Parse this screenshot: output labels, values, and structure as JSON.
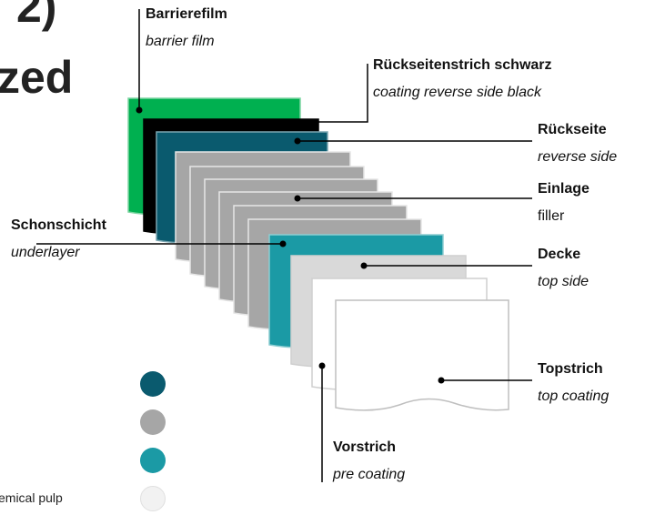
{
  "heading": {
    "line1": "2)",
    "line2": "zed"
  },
  "colors": {
    "green": "#00b050",
    "black": "#000000",
    "dark_teal": "#0a5a6e",
    "gray": "#a6a6a6",
    "teal": "#1b9aa5",
    "light_gray": "#d9d9d9",
    "white": "#ffffff",
    "swatch_white": "#f2f2f2"
  },
  "layers": [
    {
      "de": "Barrierefilm",
      "en": "barrier film"
    },
    {
      "de": "Rückseitenstrich schwarz",
      "en": "coating reverse side black"
    },
    {
      "de": "Rückseite",
      "en": "reverse side"
    },
    {
      "de": "Einlage",
      "en": "filler"
    },
    {
      "de": "Schonschicht",
      "en": "underlayer"
    },
    {
      "de": "Decke",
      "en": "top side"
    },
    {
      "de": "Topstrich",
      "en": "top coating"
    },
    {
      "de": "Vorstrich",
      "en": "pre coating"
    }
  ],
  "legend": {
    "items": [
      {
        "color": "#0a5a6e",
        "label": ""
      },
      {
        "color": "#a6a6a6",
        "label": ""
      },
      {
        "color": "#1b9aa5",
        "label": ""
      },
      {
        "color": "#f2f2f2",
        "label": "emical pulp"
      }
    ]
  }
}
